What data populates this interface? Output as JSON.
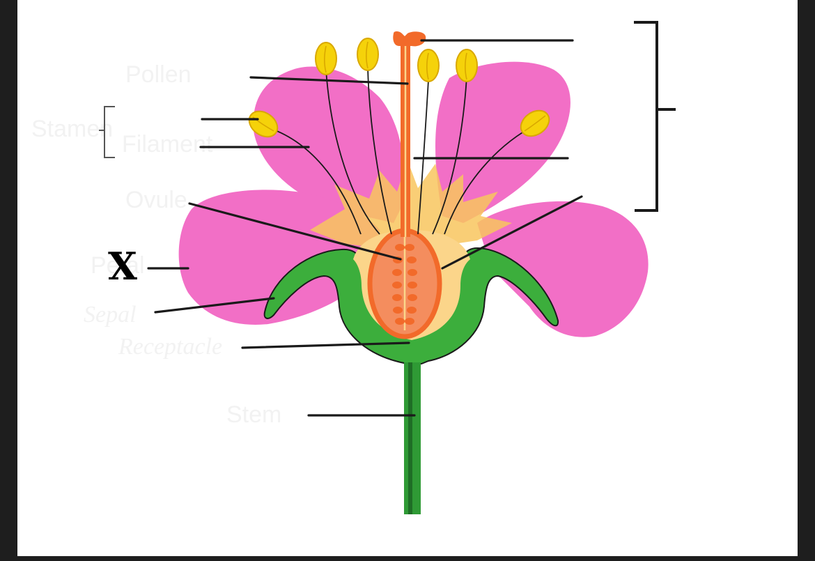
{
  "diagram": {
    "marker_label": "X",
    "faint_labels": {
      "pollen_grain": "Pollen",
      "stamen": "Stamen",
      "filament": "Filament",
      "ovule": "Ovule",
      "petal": "Petal",
      "sepal": "Sepal",
      "receptacle": "Receptacle",
      "stem": "Stem"
    }
  },
  "colors": {
    "petal": "#f26fc6",
    "sepal": "#3cae3c",
    "inner_glow": "#f8c65e",
    "inner_fill": "#fbd58a",
    "style": "#f26a2a",
    "ovary": "#f48d5e",
    "anther": "#f5d20a",
    "stem": "#2f9a35",
    "background": "#ffffff",
    "frame": "#1e1e1e"
  }
}
